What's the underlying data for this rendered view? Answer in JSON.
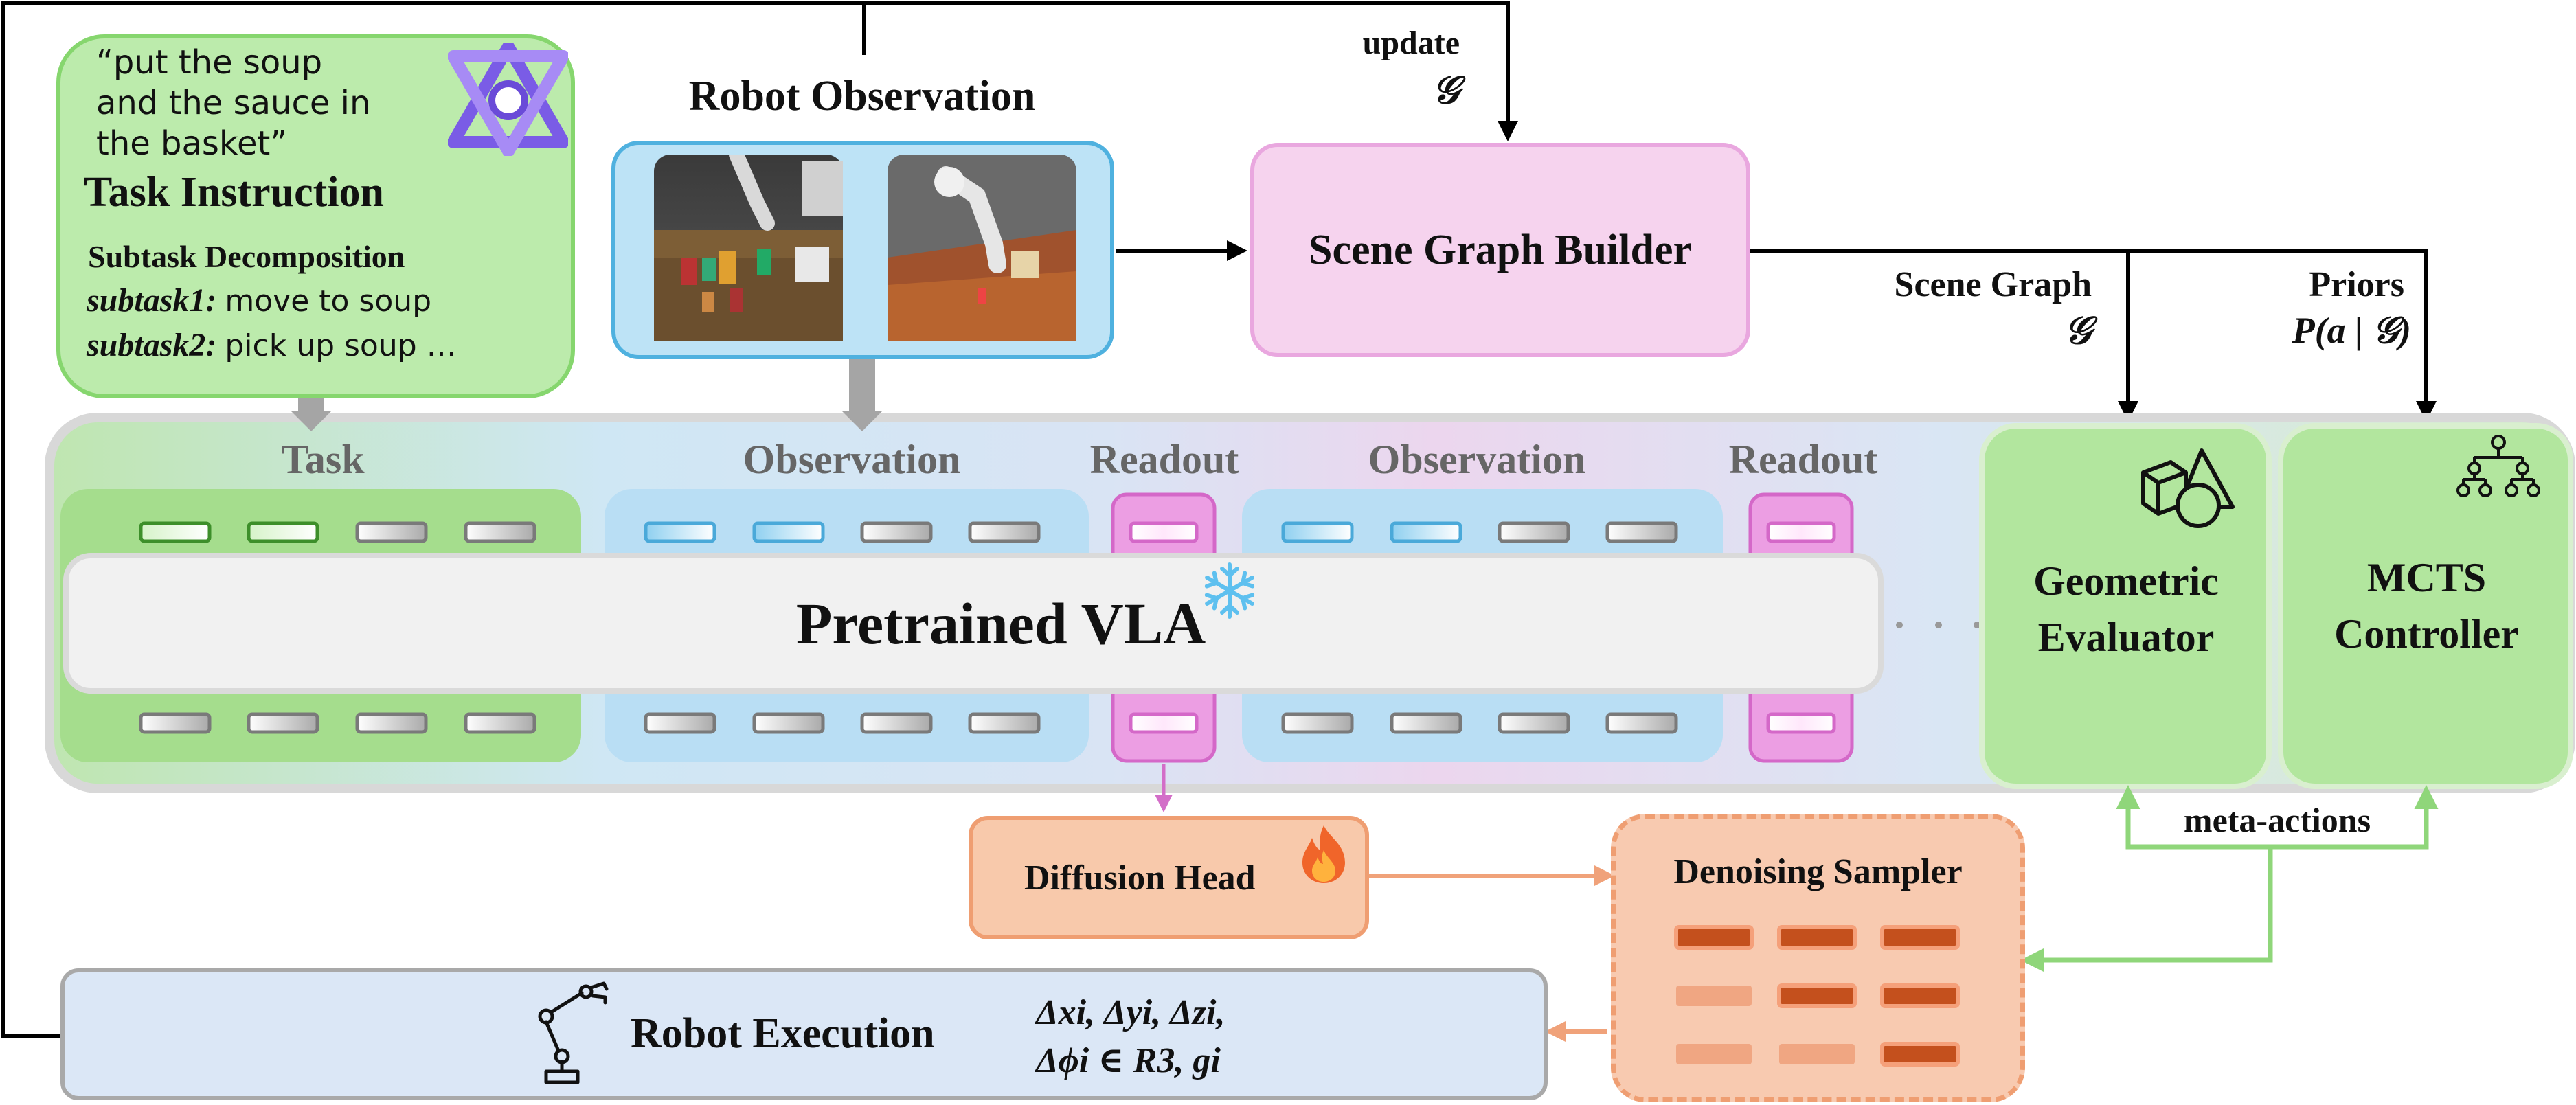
{
  "task_box": {
    "quote_lines": [
      "“put  the  soup",
      "and the sauce in",
      "the basket”"
    ],
    "title": "Task Instruction",
    "decomposition_title": "Subtask Decomposition",
    "subtask1_key": "subtask1:",
    "subtask1_text": "move to soup",
    "subtask2_key": "subtask2:",
    "subtask2_text": "pick up soup …"
  },
  "robot_observation": {
    "title": "Robot Observation"
  },
  "update_label": {
    "word": "update",
    "symbol": "𝒢"
  },
  "scene_graph_builder": {
    "label": "Scene Graph Builder"
  },
  "scene_graph_output": {
    "label": "Scene Graph",
    "symbol": "𝒢"
  },
  "priors_output": {
    "label": "Priors",
    "formula": "P(a | 𝒢)"
  },
  "token_groups": {
    "task": "Task",
    "observation_1": "Observation",
    "readout_1": "Readout",
    "observation_2": "Observation",
    "readout_2": "Readout",
    "ellipsis": "·  ·  ·"
  },
  "vla": {
    "label": "Pretrained VLA",
    "icon": "snowflake-icon"
  },
  "geometric_evaluator": {
    "line1": "Geometric",
    "line2": "Evaluator",
    "icon": "geometric-shapes-icon"
  },
  "mcts_controller": {
    "line1": "MCTS",
    "line2": "Controller",
    "icon": "tree-icon"
  },
  "meta_actions": {
    "label": "meta-actions"
  },
  "diffusion_head": {
    "label": "Diffusion Head",
    "icon": "fire-icon"
  },
  "denoising_sampler": {
    "label": "Denoising Sampler"
  },
  "robot_execution": {
    "label": "Robot Execution",
    "icon": "robot-arm-icon",
    "formula_line1": "Δxi, Δyi, Δzi,",
    "formula_line2": "Δϕi ∈ R3, gi"
  },
  "colors": {
    "green_fill": "#b7e8a6",
    "green_border": "#8fd67a",
    "blue_fill": "#bfe3f5",
    "blue_border": "#5fb8e0",
    "pink_fill": "#f7d4ef",
    "pink_border": "#e7a3de",
    "orange_fill": "#f6c7a8",
    "orange_border": "#ef9f73",
    "exec_fill": "#dbe8f6"
  }
}
